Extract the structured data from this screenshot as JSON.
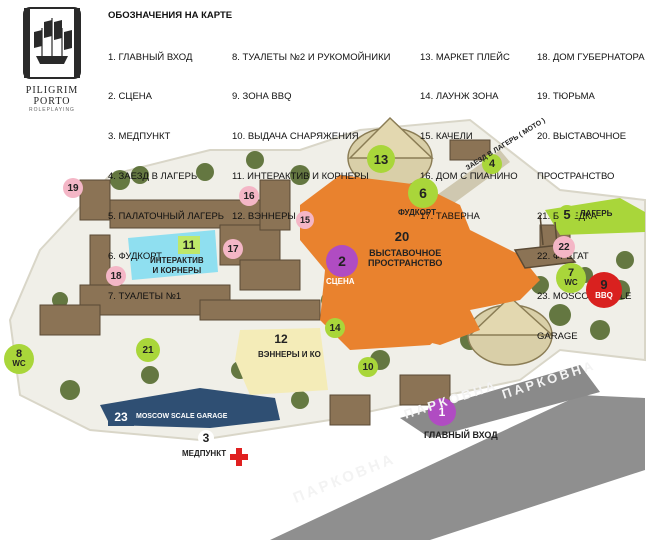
{
  "brand": {
    "name_line1": "PILIGRIM",
    "name_line2": "PORTO",
    "tagline": "ROLEPLAYING"
  },
  "legend": {
    "title": "ОБОЗНАЧЕНИЯ НА КАРТЕ",
    "col1": [
      "1. ГЛАВНЫЙ ВХОД",
      "2. СЦЕНА",
      "3. МЕДПУНКТ",
      "4. ЗАЕЗД В ЛАГЕРЬ",
      "5. ПАЛАТОЧНЫЙ ЛАГЕРЬ",
      "6. ФУДКОРТ",
      "7. ТУАЛЕТЫ №1"
    ],
    "col2": [
      "8. ТУАЛЕТЫ №2 И РУКОМОЙНИКИ",
      "9. ЗОНА BBQ",
      "10. ВЫДАЧА СНАРЯЖЕНИЯ",
      "11. ИНТЕРАКТИВ И КОРНЕРЫ",
      "12. ВЭННЕРЫ"
    ],
    "col3": [
      "13. МАРКЕТ ПЛЕЙС",
      "14. ЛАУНЖ ЗОНА",
      "15. КАЧЕЛИ",
      "16. ДОМ С ПИАНИНО",
      "17. ТАВЕРНА"
    ],
    "col4": [
      "18. ДОМ ГУБЕРНАТОРА",
      "19. ТЮРЬМА",
      "20. ВЫСТАВОЧНОЕ",
      "ПРОСТРАНСТВО",
      "21. БЕСЕДКА",
      "22. ФРЕГАТ",
      "23. MOSCOW SCALE",
      "GARAGE"
    ]
  },
  "labels": {
    "camp_road": "ЗАЕЗД В ЛАГЕРЬ ( МОТО )",
    "foodcourt": "ФУДКОРТ",
    "expo": "ВЫСТАВОЧНОЕ\nПРОСТРАНСТВО",
    "stage": "СЦЕНА",
    "interactive": "ИНТЕРАКТИВ\nИ КОРНЕРЫ",
    "camp": "ЛАГЕРЬ",
    "vanners": "ВЭННЕРЫ И КО",
    "garage": "MOSCOW SCALE GARAGE",
    "medpunkt": "МЕДПУНКТ",
    "main_entrance": "ГЛАВНЫЙ ВХОД",
    "wc": "WC",
    "bbq": "BBQ",
    "road_name": "ПАРКОВНА"
  },
  "markers": [
    {
      "n": "1",
      "color": "#b04cc2"
    },
    {
      "n": "2",
      "color": "#b04cc2"
    },
    {
      "n": "3",
      "color": "#ffffff"
    },
    {
      "n": "4",
      "color": "#a9d63a"
    },
    {
      "n": "5",
      "color": "#a9d63a"
    },
    {
      "n": "6",
      "color": "#a9d63a"
    },
    {
      "n": "7",
      "color": "#a9d63a"
    },
    {
      "n": "8",
      "color": "#a9d63a"
    },
    {
      "n": "9",
      "color": "#d9211f"
    },
    {
      "n": "10",
      "color": "#a9d63a"
    },
    {
      "n": "11",
      "color": "#bfe86a"
    },
    {
      "n": "12",
      "color": "#f4ecb8"
    },
    {
      "n": "13",
      "color": "#a9d63a"
    },
    {
      "n": "14",
      "color": "#a9d63a"
    },
    {
      "n": "15",
      "color": "#f4b6c6"
    },
    {
      "n": "16",
      "color": "#f4b6c6"
    },
    {
      "n": "17",
      "color": "#f4b6c6"
    },
    {
      "n": "18",
      "color": "#f4b6c6"
    },
    {
      "n": "19",
      "color": "#f4b6c6"
    },
    {
      "n": "20",
      "color": "#e9822e"
    },
    {
      "n": "21",
      "color": "#a9d63a"
    },
    {
      "n": "22",
      "color": "#f4b6c6"
    },
    {
      "n": "23",
      "color": "#2f4f73"
    }
  ],
  "colors": {
    "expo_zone": "#e9822e",
    "interactive_zone": "#8fdff0",
    "vanners_zone": "#f4ecb8",
    "garage_zone": "#2f4f73",
    "ground": "#f0efe8",
    "trees": "#556b2f",
    "medpunkt_cross": "#e02020"
  }
}
